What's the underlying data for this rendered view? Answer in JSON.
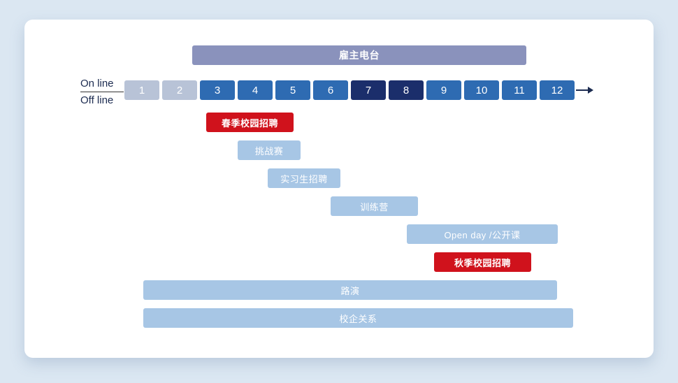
{
  "colors": {
    "page_background": "#dbe7f2",
    "card_background": "#ffffff",
    "month_gray": "#b8c3d7",
    "month_blue": "#2e6bb2",
    "month_navy": "#1b2e6b",
    "bar_purple": "#8a92bc",
    "bar_red": "#d0121c",
    "bar_light_blue": "#a7c6e5",
    "axis_text": "#1c2b50"
  },
  "chart_data": {
    "type": "bar",
    "subtype": "gantt-timeline",
    "title": "雇主电台",
    "x_axis_unit": "month",
    "xlim": [
      1,
      12
    ],
    "grid": false,
    "lanes": {
      "online": "On line",
      "offline": "Off line"
    },
    "highlighted_months": [
      "7",
      "8"
    ],
    "months": [
      {
        "label": "1",
        "tone": "gray"
      },
      {
        "label": "2",
        "tone": "gray"
      },
      {
        "label": "3",
        "tone": "blue"
      },
      {
        "label": "4",
        "tone": "blue"
      },
      {
        "label": "5",
        "tone": "blue"
      },
      {
        "label": "6",
        "tone": "blue"
      },
      {
        "label": "7",
        "tone": "navy"
      },
      {
        "label": "8",
        "tone": "navy"
      },
      {
        "label": "9",
        "tone": "blue"
      },
      {
        "label": "10",
        "tone": "blue"
      },
      {
        "label": "11",
        "tone": "blue"
      },
      {
        "label": "12",
        "tone": "blue"
      }
    ],
    "series": [
      {
        "name": "雇主电台",
        "lane": "online",
        "tone": "purple",
        "start": 2.5,
        "end": 11.2
      },
      {
        "name": "春季校园招聘",
        "lane": "offline",
        "tone": "red",
        "start": 2.7,
        "end": 5.0
      },
      {
        "name": "挑战赛",
        "lane": "offline",
        "tone": "light",
        "start": 3.5,
        "end": 5.2
      },
      {
        "name": "实习生招聘",
        "lane": "offline",
        "tone": "light",
        "start": 4.3,
        "end": 6.3
      },
      {
        "name": "训练营",
        "lane": "offline",
        "tone": "light",
        "start": 6.0,
        "end": 8.3
      },
      {
        "name": "Open day /公开课",
        "lane": "offline",
        "tone": "light",
        "start": 8.0,
        "end": 12.0
      },
      {
        "name": "秋季校园招聘",
        "lane": "offline",
        "tone": "red",
        "start": 8.7,
        "end": 11.3
      },
      {
        "name": "路演",
        "lane": "offline",
        "tone": "light",
        "start": 1.0,
        "end": 12.0
      },
      {
        "name": "校企关系",
        "lane": "offline",
        "tone": "light",
        "start": 1.0,
        "end": 12.4
      }
    ]
  }
}
